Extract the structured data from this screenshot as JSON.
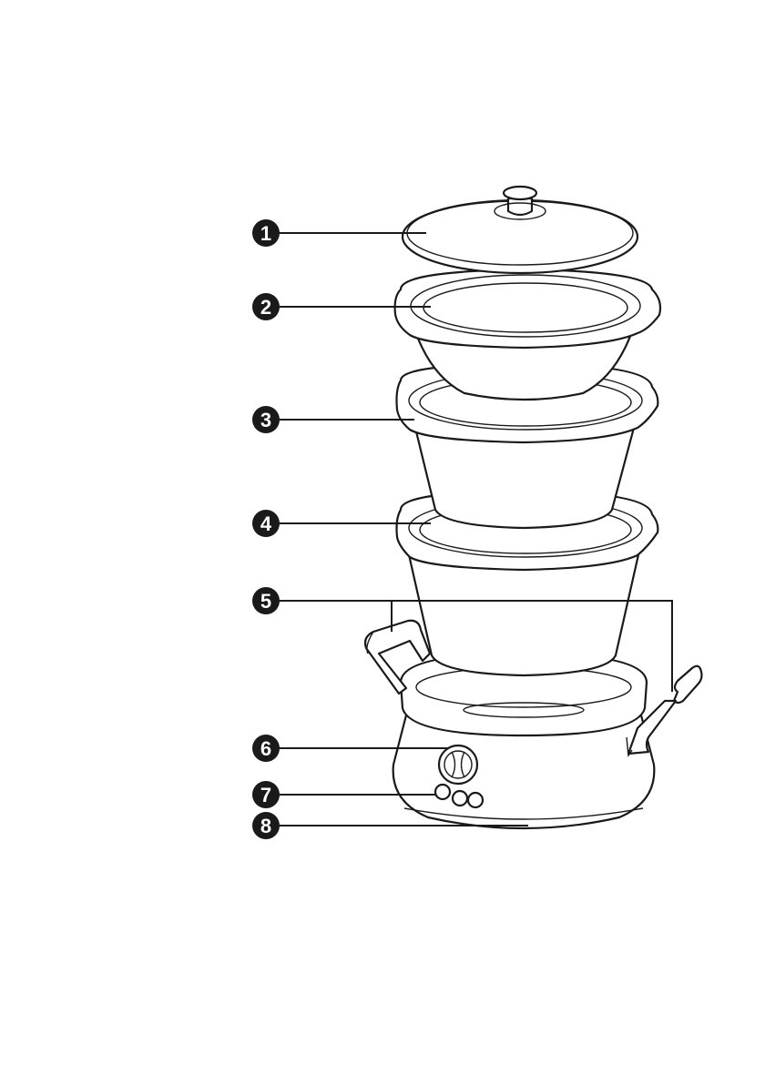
{
  "callouts": [
    {
      "number": "1"
    },
    {
      "number": "2"
    },
    {
      "number": "3"
    },
    {
      "number": "4"
    },
    {
      "number": "5"
    },
    {
      "number": "6"
    },
    {
      "number": "7"
    },
    {
      "number": "8"
    }
  ],
  "colors": {
    "ink": "#1a1a1a",
    "background": "#ffffff"
  }
}
